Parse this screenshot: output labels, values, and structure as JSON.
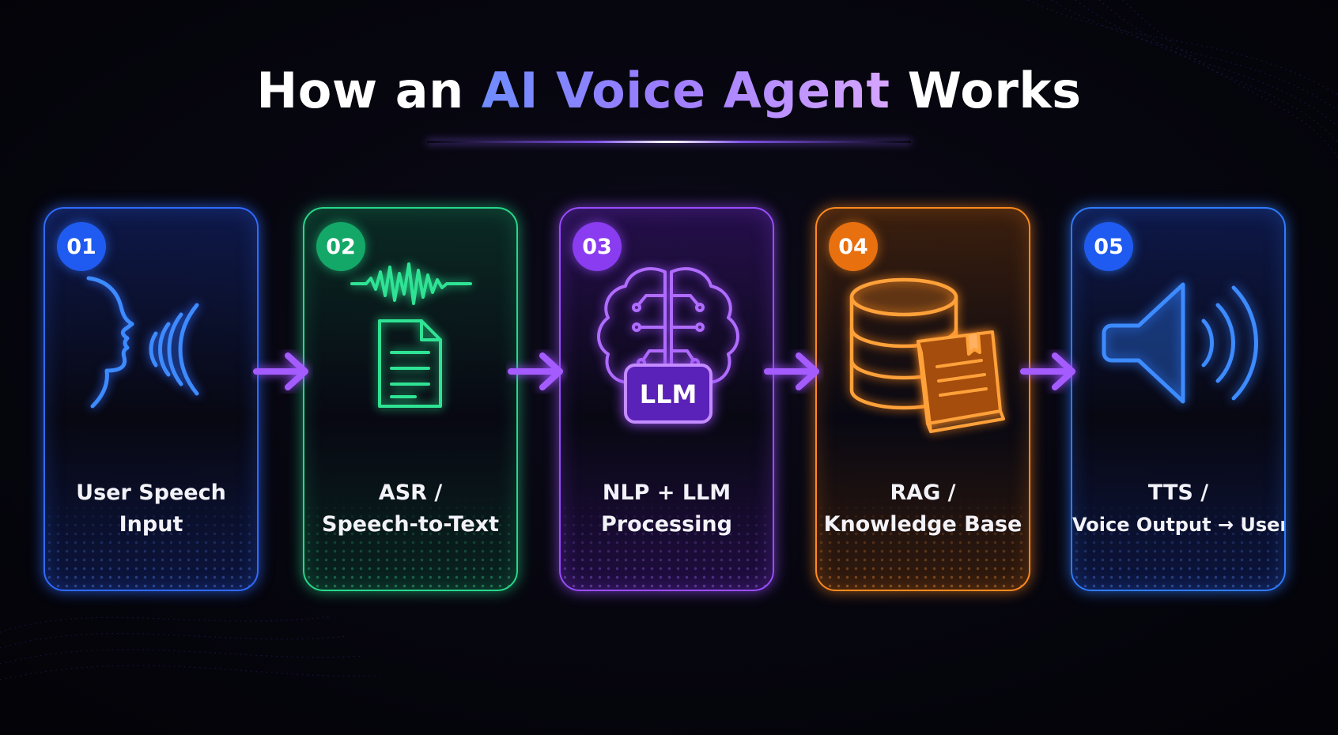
{
  "title": {
    "prefix": "How an ",
    "highlight": "AI Voice Agent",
    "suffix": " Works"
  },
  "steps": [
    {
      "number": "01",
      "line1": "User Speech",
      "line2": "Input",
      "icon": "user-speaking-icon",
      "color": "#2f6bff"
    },
    {
      "number": "02",
      "line1": "ASR /",
      "line2": "Speech-to-Text",
      "icon": "waveform-document-icon",
      "color": "#27d88a"
    },
    {
      "number": "03",
      "line1": "NLP + LLM",
      "line2": "Processing",
      "icon": "brain-llm-icon",
      "icon_text": "LLM",
      "color": "#9a4dff"
    },
    {
      "number": "04",
      "line1": "RAG /",
      "line2": "Knowledge Base",
      "icon": "database-book-icon",
      "color": "#ff8a1f"
    },
    {
      "number": "05",
      "line1": "TTS /",
      "line2": "Voice Output → User",
      "icon": "speaker-icon",
      "color": "#2f7bff"
    }
  ],
  "arrow_color": "#a55cff"
}
